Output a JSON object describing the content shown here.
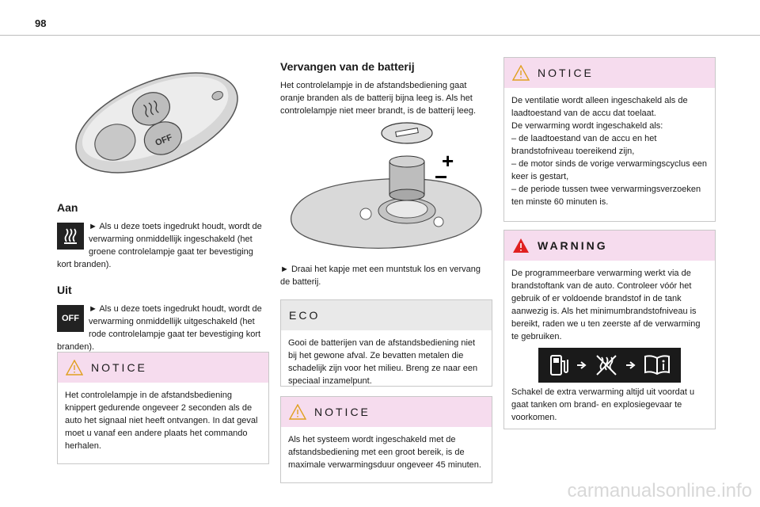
{
  "page_number": "98",
  "col1": {
    "aan_heading": "Aan",
    "aan_text": "► Als u deze toets ingedrukt houdt, wordt de verwarming onmiddellijk ingeschakeld (het groene controlelampje gaat ter bevestiging kort branden).",
    "uit_heading": "Uit",
    "uit_icon_label": "OFF",
    "uit_text": "► Als u deze toets ingedrukt houdt, wordt de verwarming onmiddellijk uitgeschakeld (het rode controlelampje gaat ter bevestiging kort branden).",
    "notice_title": "NOTICE",
    "notice_text": "Het controlelampje in de afstandsbediening knippert gedurende ongeveer 2 seconden als de auto het signaal niet heeft ontvangen. In dat geval moet u vanaf een andere plaats het commando herhalen."
  },
  "col2": {
    "heading": "Vervangen van de batterij",
    "intro": "Het controlelampje in de afstandsbediening gaat oranje branden als de batterij bijna leeg is. Als het controlelampje niet meer brandt, is de batterij leeg.",
    "instruction": "► Draai het kapje met een muntstuk los en vervang de batterij.",
    "eco_title": "ECO",
    "eco_text": "Gooi de batterijen van de afstandsbediening niet bij het gewone afval. Ze bevatten metalen die schadelijk zijn voor het milieu. Breng ze naar een speciaal inzamelpunt.",
    "notice_title": "NOTICE",
    "notice_text": "Als het systeem wordt ingeschakeld met de afstandsbediening met een groot bereik, is de maximale verwarmingsduur ongeveer 45 minuten."
  },
  "col3": {
    "notice_title": "NOTICE",
    "notice_lines": [
      "De ventilatie wordt alleen ingeschakeld als de laadtoestand van de accu dat toelaat.",
      "De verwarming wordt ingeschakeld als:",
      "– de laadtoestand van de accu en het brandstofniveau toereikend zijn,",
      "– de motor sinds de vorige verwarmingscyclus een keer is gestart,",
      "– de periode tussen twee verwarmingsverzoeken ten minste 60 minuten is."
    ],
    "warning_title": "WARNING",
    "warning_text": "De programmeerbare verwarming werkt via de brandstoftank van de auto. Controleer vóór het gebruik of er voldoende brandstof in de tank aanwezig is. Als het minimumbrandstofniveau is bereikt, raden we u ten zeerste af de verwarming te gebruiken.",
    "warning_text2": "Schakel de extra verwarming altijd uit voordat u gaat tanken om brand- en explosiegevaar te voorkomen."
  },
  "footer": "carmanualsonline.info"
}
